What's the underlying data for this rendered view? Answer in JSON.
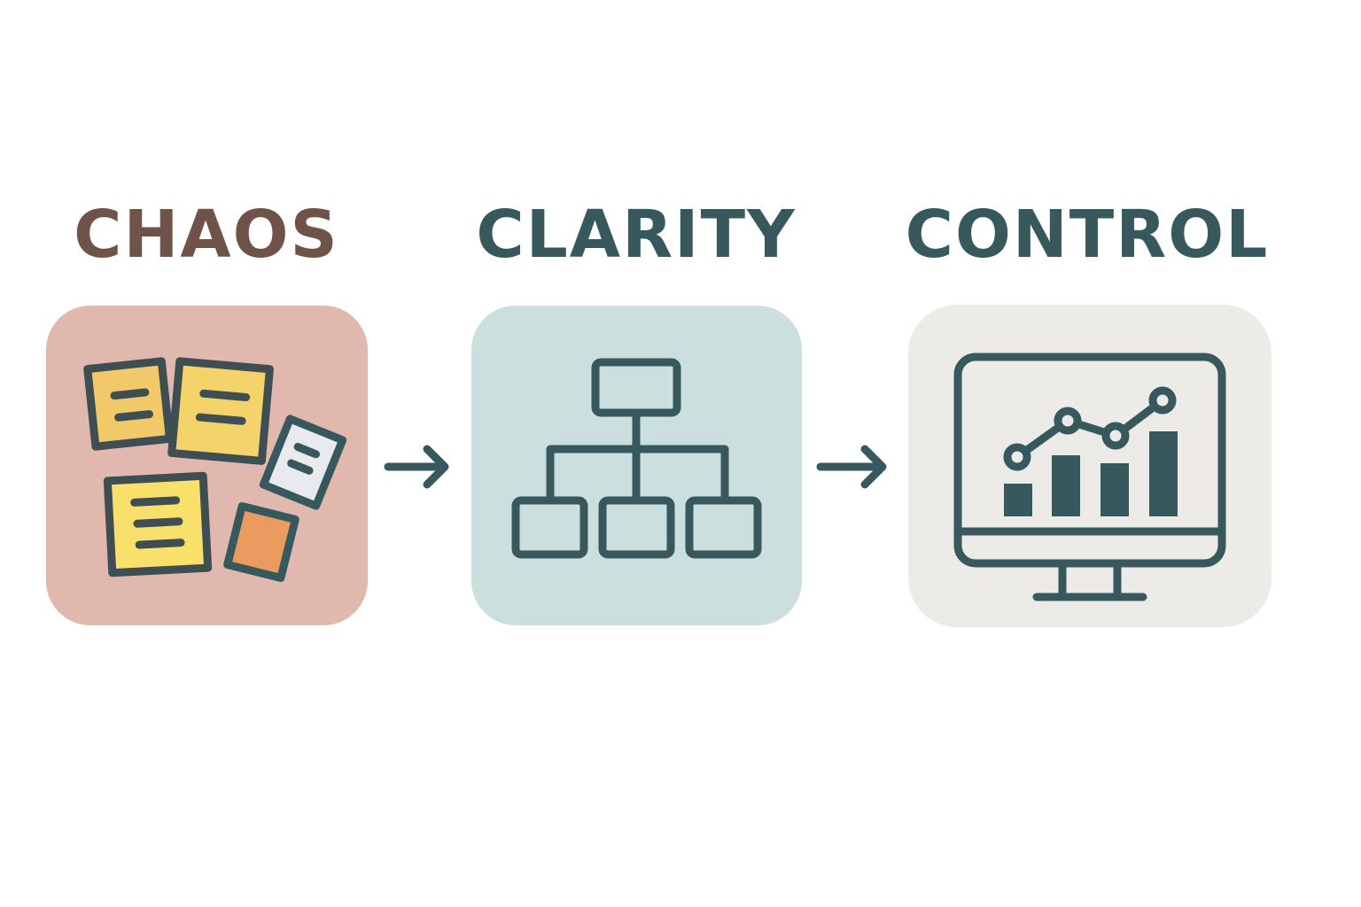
{
  "stages": [
    {
      "title": "CHAOS",
      "title_color": "#6f5248",
      "card_color": "#e0b8ad",
      "icon": "sticky-notes-icon"
    },
    {
      "title": "CLARITY",
      "title_color": "#37585c",
      "card_color": "#cbe0de",
      "icon": "org-chart-icon"
    },
    {
      "title": "CONTROL",
      "title_color": "#37585c",
      "card_color": "#ecebe7",
      "icon": "monitor-chart-icon"
    }
  ],
  "arrows": [
    "arrow-right-icon",
    "arrow-right-icon"
  ],
  "colors": {
    "stroke": "#37585c",
    "note_yellow": "#f5d36b",
    "note_bright": "#f8e06a",
    "note_white": "#e8eaeb",
    "note_orange": "#ec9b60"
  }
}
